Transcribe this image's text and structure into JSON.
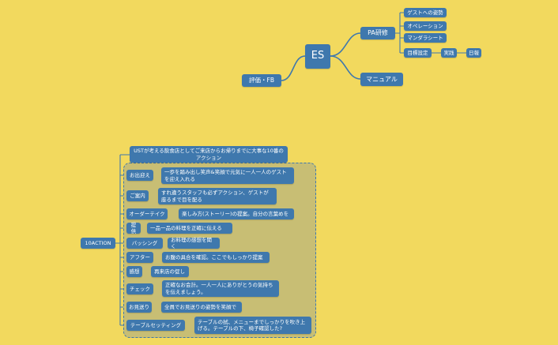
{
  "root": {
    "label": "ES"
  },
  "branches": {
    "pa": {
      "label": "PA研修",
      "children": [
        "ゲストへの姿勢",
        "オペレーション",
        "マンダラシート",
        "目標設定"
      ],
      "goal_chain": [
        "実践",
        "日報"
      ]
    },
    "manual": {
      "label": "マニュアル"
    },
    "eval": {
      "label": "評価・FB"
    }
  },
  "action_map": {
    "root": "10ACTION",
    "header": "USTが考える飲食店としてご来店からお帰りまでに大事な10番のアクション",
    "items": [
      {
        "label": "お出迎え",
        "desc": "一歩を踏み出し笑声&笑顔で元気に一人一人のゲストを迎え入れる"
      },
      {
        "label": "ご案内",
        "desc": "すれ違うスタッフも必ずアクション、ゲストが座るまで目を配る"
      },
      {
        "label": "オーダーテイク",
        "desc": "楽しみ方(ストーリー)の提案。自分の言葉めを"
      },
      {
        "label": "提供",
        "desc": "一品一品の料理を正確に伝える"
      },
      {
        "label": "バッシング",
        "desc": "お料理の感想を聞く"
      },
      {
        "label": "アフター",
        "desc": "お腹の具合を確認。ここでもしっかり提案"
      },
      {
        "label": "感想",
        "desc": "再来店の促し"
      },
      {
        "label": "チェック",
        "desc": "正確なお会計。一人一人にありがとうの気持ちを伝えましょう。"
      },
      {
        "label": "お見送り",
        "desc": "全員でお見送りの姿勢を笑顔で"
      },
      {
        "label": "テーブルセッティング",
        "desc": "テーブルの拭、メニューまでしっかりを吹き上げる。テーブルの下、椅子確認した?"
      }
    ]
  },
  "colors": {
    "background": "#f2d95e",
    "node": "#3f78ad",
    "group_fill": "#c8be74"
  }
}
